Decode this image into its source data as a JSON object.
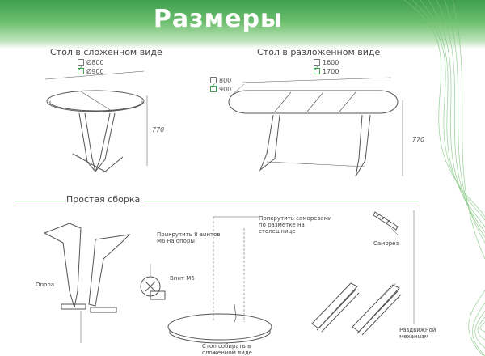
{
  "title": "Размеры",
  "folded": {
    "label": "Стол в сложенном виде",
    "options": [
      {
        "text": "Ø800",
        "checked": false
      },
      {
        "text": "Ø900",
        "checked": true
      }
    ],
    "height": "770"
  },
  "unfolded": {
    "label": "Стол в разложенном виде",
    "width_options": [
      {
        "text": "800",
        "checked": false
      },
      {
        "text": "900",
        "checked": true
      }
    ],
    "length_options": [
      {
        "text": "1600",
        "checked": false
      },
      {
        "text": "1700",
        "checked": true
      }
    ],
    "height": "770"
  },
  "assembly": {
    "label": "Простая сборка",
    "support": "Опора",
    "screw_bolts": "Прикрутить 8 винтов М6 на опоры",
    "bolt": "Винт М6",
    "screw_tapping": "Прикрутить саморезами по разметке на столешнице",
    "tapping_screw": "Саморез",
    "assemble": "Стол собирать в сложенном виде",
    "mechanism": "Раздвижной механизм"
  },
  "colors": {
    "accent": "#3f9e4f",
    "line": "#555555"
  }
}
